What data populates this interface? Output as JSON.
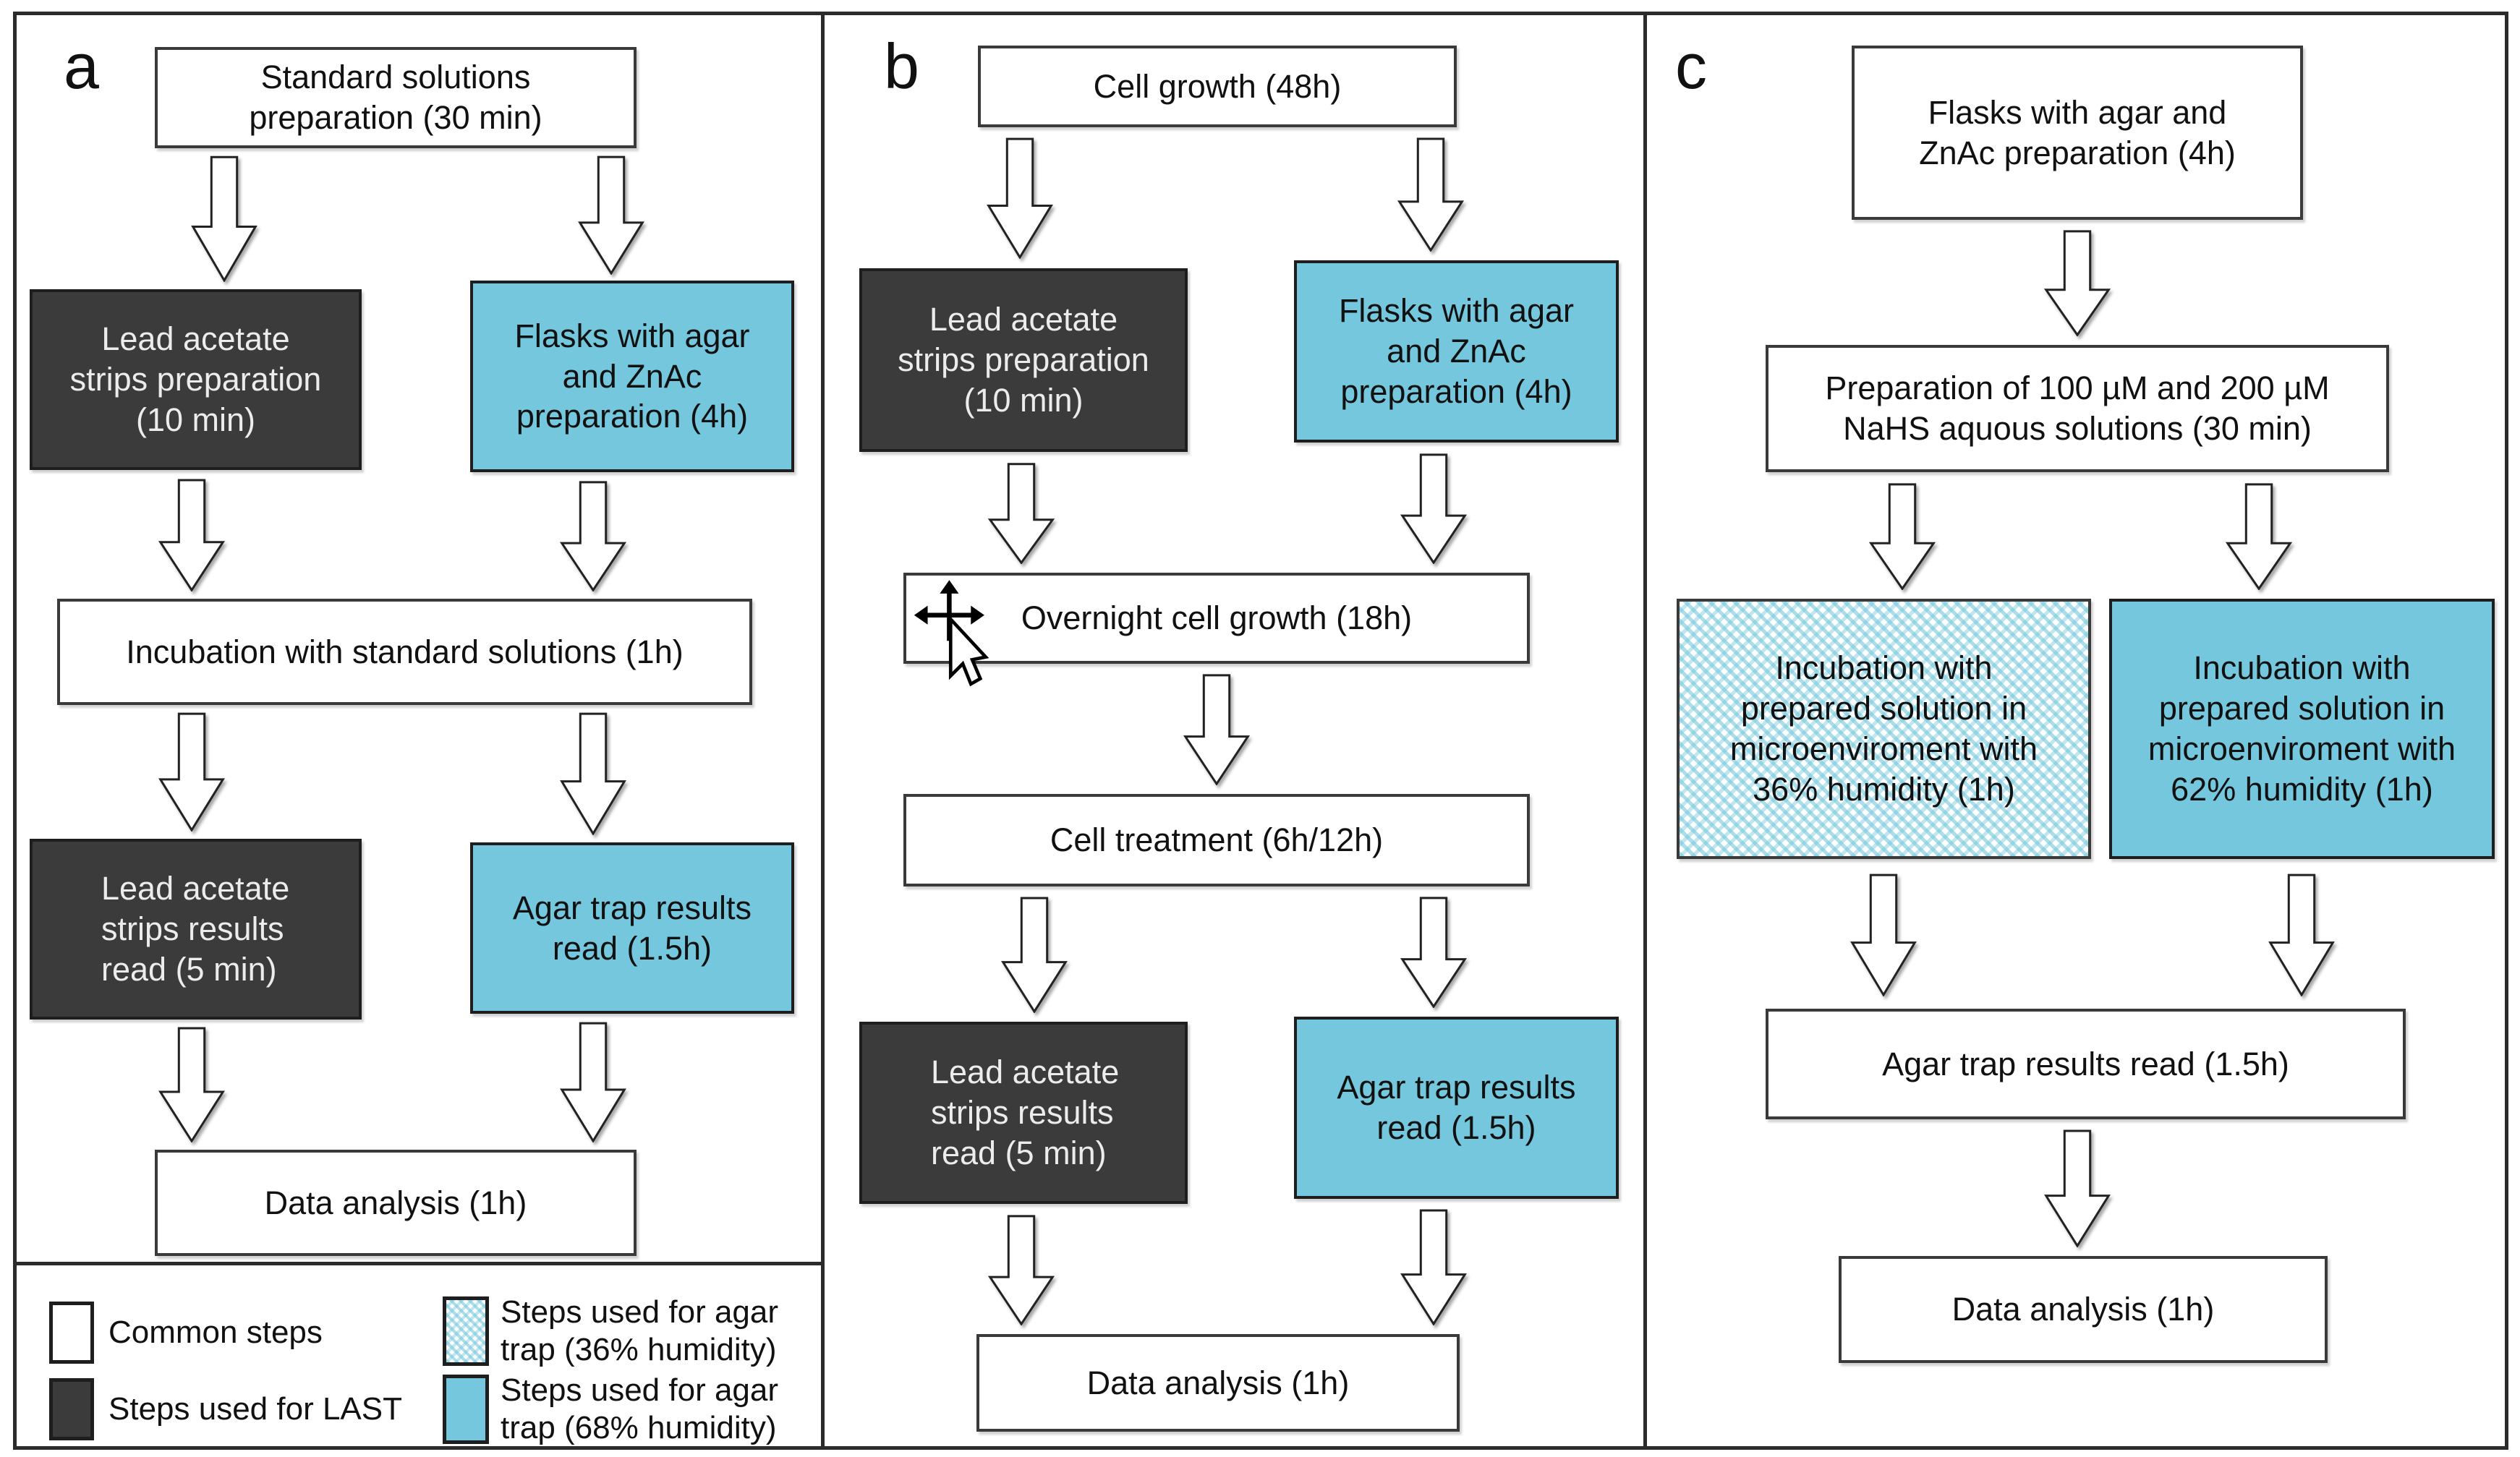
{
  "figure": {
    "colors": {
      "cyan_solid": "#74c7dc",
      "dark_step": "#3b3b3b",
      "hatch_stripe": "#74c7dc",
      "box_border": "#3a3a3a"
    },
    "panel_a": {
      "label": "a",
      "box_standard": "Standard solutions\npreparation (30 min)",
      "box_lead_prep": "Lead acetate\nstrips preparation\n(10 min)",
      "box_flasks": "Flasks with agar\nand ZnAc\npreparation (4h)",
      "box_incubation": "Incubation with standard solutions (1h)",
      "box_lead_read": "Lead acetate\nstrips results\nread  (5 min)",
      "box_agar_read": "Agar trap results\nread (1.5h)",
      "box_data": "Data analysis (1h)"
    },
    "panel_b": {
      "label": "b",
      "box_cell_growth": "Cell growth (48h)",
      "box_lead_prep": "Lead acetate\nstrips preparation\n(10 min)",
      "box_flasks": "Flasks with agar\nand ZnAc\npreparation (4h)",
      "box_overnight": "Overnight cell growth (18h)",
      "box_treatment": "Cell treatment (6h/12h)",
      "box_lead_read": "Lead acetate\nstrips results\nread  (5 min)",
      "box_agar_read": "Agar trap results\nread (1.5h)",
      "box_data": "Data analysis (1h)"
    },
    "panel_c": {
      "label": "c",
      "box_flasks": "Flasks with agar and\nZnAc preparation (4h)",
      "box_nahs": "Preparation of 100 µM and 200 µM\nNaHS aquous solutions (30 min)",
      "box_incubation_36": "Incubation with\nprepared solution in\nmicroenviroment with\n36% humidity (1h)",
      "box_incubation_62": "Incubation with\nprepared solution in\nmicroenviroment with\n62% humidity (1h)",
      "box_agar_read": "Agar trap results read (1.5h)",
      "box_data": "Data analysis (1h)"
    },
    "legend": {
      "common": "Common steps",
      "last": "Steps used for LAST",
      "agar_36": "Steps used for agar\ntrap (36% humidity)",
      "agar_68": "Steps used for agar\ntrap (68% humidity)"
    }
  }
}
